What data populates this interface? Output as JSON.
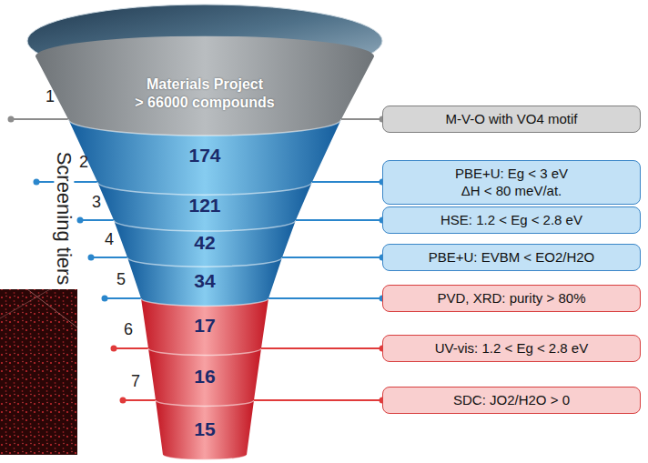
{
  "diagram": {
    "nodes": [
      {
        "text": [
          "Materials Project",
          "> 66000 compounds"
        ]
      },
      {
        "text": [
          "174"
        ]
      },
      {
        "text": [
          "121"
        ]
      },
      {
        "text": [
          "42"
        ]
      },
      {
        "text": [
          "34"
        ]
      },
      {
        "text": [
          "17"
        ]
      },
      {
        "text": [
          "16"
        ]
      },
      {
        "text": [
          "15"
        ]
      },
      {
        "text": [
          "M-V-O with VO4 motif"
        ]
      },
      {
        "text": [
          "PBE+U: Eg < 3 eV",
          "ΔH < 80 meV/at."
        ]
      },
      {
        "text": [
          "HSE: 1.2 < Eg < 2.8 eV"
        ]
      },
      {
        "text": [
          "PBE+U: EVBM < EO2/H2O"
        ]
      },
      {
        "text": [
          "PVD, XRD: purity > 80%"
        ]
      },
      {
        "text": [
          "UV-vis: 1.2 < Eg < 2.8 eV"
        ]
      },
      {
        "text": [
          "SDC: JO2/H2O > 0"
        ]
      }
    ],
    "edges": [
      {
        "from": 0,
        "to": 8,
        "arrow": "none"
      },
      {
        "from": 1,
        "to": 9,
        "arrow": "none"
      },
      {
        "from": 2,
        "to": 10,
        "arrow": "none"
      },
      {
        "from": 3,
        "to": 11,
        "arrow": "none"
      },
      {
        "from": 4,
        "to": 12,
        "arrow": "none"
      },
      {
        "from": 5,
        "to": 13,
        "arrow": "none"
      },
      {
        "from": 6,
        "to": 14,
        "arrow": "none"
      }
    ],
    "labels": [
      "Screening tiers",
      "1",
      "2",
      "3",
      "4",
      "5",
      "6",
      "7"
    ]
  }
}
